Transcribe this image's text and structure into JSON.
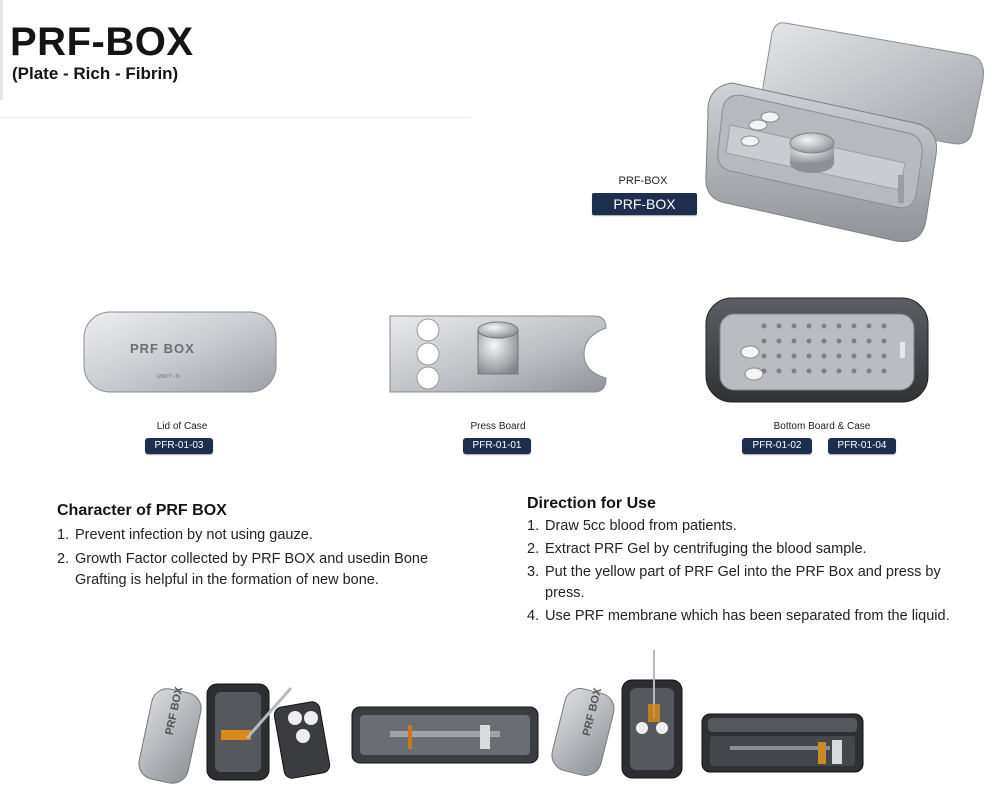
{
  "header": {
    "title": "PRF-BOX",
    "subtitle": "(Plate - Rich - Fibrin)"
  },
  "hero": {
    "caption": "PRF-BOX",
    "code": "PRF-BOX"
  },
  "lid": {
    "engraving": "PRF BOX",
    "engraving_small": "UMCT - ®",
    "caption": "Lid of Case",
    "code": "PFR-01-03"
  },
  "press": {
    "caption": "Press Board",
    "code": "PFR-01-01"
  },
  "bottom": {
    "caption": "Bottom Board & Case",
    "codes": [
      "PFR-01-02",
      "PFR-01-04"
    ]
  },
  "character": {
    "heading": "Character of PRF BOX",
    "items": [
      {
        "num": "1.",
        "text": "Prevent infection by not using gauze."
      },
      {
        "num": "2.",
        "text": "Growth Factor collected by PRF BOX and usedin Bone",
        "cont": "Grafting is helpful in the formation of new bone."
      }
    ]
  },
  "direction": {
    "heading": "Direction for Use",
    "items": [
      {
        "num": "1.",
        "text": "Draw 5cc blood from patients."
      },
      {
        "num": "2.",
        "text": "Extract PRF Gel by centrifuging the blood sample."
      },
      {
        "num": "3.",
        "text": "Put the yellow part of PRF Gel into the PRF Box and press by",
        "cont": "press."
      },
      {
        "num": "4.",
        "text": "Use PRF membrane which has been separated from the liquid."
      }
    ]
  },
  "photos": {
    "lid_label_1": "PRF BOX",
    "lid_label_2": "PRF BOX"
  },
  "colors": {
    "navy": "#1d2f4d",
    "steel": "#c9ccd0",
    "dark_steel": "#4a4d52"
  }
}
